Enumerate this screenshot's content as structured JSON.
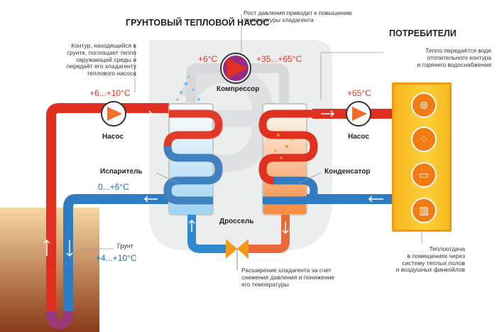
{
  "title_main": "ГРУНТОВЫЙ ТЕПЛОВОЙ НАСОС",
  "title_consumers": "ПОТРЕБИТЕЛИ",
  "notes": {
    "ground_circuit": "Контур, находящийся в\nгрунте, поглощает тепло\nокружающей среды и\nпередаёт его хладагенту\nтеплового насоса",
    "pressure": "Рост давления приводит к повышению\nтемпературы хладагента",
    "heat_transfer": "Тепло передаётся воде\nотопительного контура\nи горячего водоснабжения",
    "expansion": "Расширение хладагента за счет\nснижения давления и понижение\nего температуры",
    "heat_output": "Теплоотдача\nв помещениях через\nсистему теплых полов\nи воздушных фанкойлов"
  },
  "temps": {
    "ground_in": "+6...+10°C",
    "compressor_in": "+6°C",
    "compressor_out": "+35...+65°C",
    "consumer_supply": "+65°C",
    "evaporator_in": "0...+6°C",
    "ground": "+4...+10°C"
  },
  "labels": {
    "pump_left": "Насос",
    "pump_right": "Насос",
    "compressor": "Компрессор",
    "evaporator": "Испаритель",
    "condenser": "Конденсатор",
    "throttle": "Дроссель",
    "ground": "Грунт"
  },
  "colors": {
    "hot": "#e53320",
    "cold": "#2f8bd0",
    "consumer": "#f8b81e"
  },
  "consumer_icons": [
    "washing-machine-icon",
    "shower-icon",
    "oven-icon",
    "radiator-icon"
  ]
}
